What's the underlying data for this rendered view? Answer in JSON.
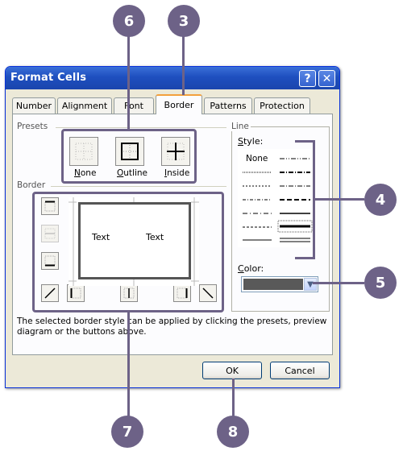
{
  "window": {
    "title": "Format Cells",
    "help_glyph": "?",
    "close_glyph": "✕"
  },
  "tabs": [
    {
      "label": "Number"
    },
    {
      "label": "Alignment"
    },
    {
      "label": "Font"
    },
    {
      "label": "Border",
      "active": true
    },
    {
      "label": "Patterns"
    },
    {
      "label": "Protection"
    }
  ],
  "presets": {
    "group_label": "Presets",
    "items": [
      {
        "label_underline": "N",
        "label_rest": "one",
        "icon": "border-none-icon"
      },
      {
        "label_underline": "O",
        "label_rest": "utline",
        "icon": "border-outline-icon"
      },
      {
        "label_underline": "I",
        "label_rest": "nside",
        "icon": "border-inside-icon"
      }
    ]
  },
  "border": {
    "group_label": "Border",
    "preview_text_left": "Text",
    "preview_text_right": "Text"
  },
  "line": {
    "group_label": "Line",
    "style_label_underline": "S",
    "style_label_rest": "tyle:",
    "style_none_label": "None",
    "color_label_underline": "C",
    "color_label_rest": "olor:",
    "selected_color": "#595959"
  },
  "hint": "The selected border style can be applied by clicking the presets, preview diagram or the buttons above.",
  "buttons": {
    "ok": "OK",
    "cancel": "Cancel"
  },
  "callouts": [
    "6",
    "3",
    "4",
    "5",
    "7",
    "8"
  ],
  "colors": {
    "callout": "#6d6287",
    "titlebar": "#1e4fbf",
    "dialog_bg": "#ece9d8"
  }
}
